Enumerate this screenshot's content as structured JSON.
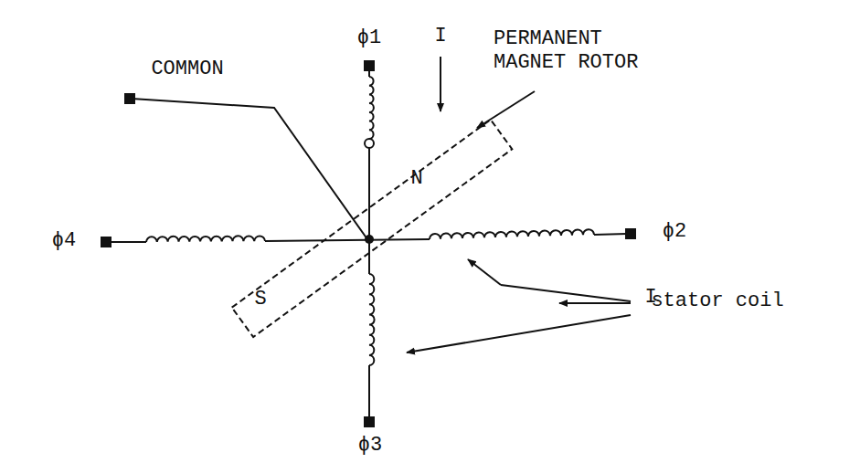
{
  "diagram": {
    "labels": [
      "ϕ1",
      "I",
      "PERMANENT MAGNET ROTOR",
      "COMMON",
      "N",
      "ϕ4",
      "ϕ2",
      "I",
      "S",
      "stator coil",
      "ϕ3"
    ]
  }
}
